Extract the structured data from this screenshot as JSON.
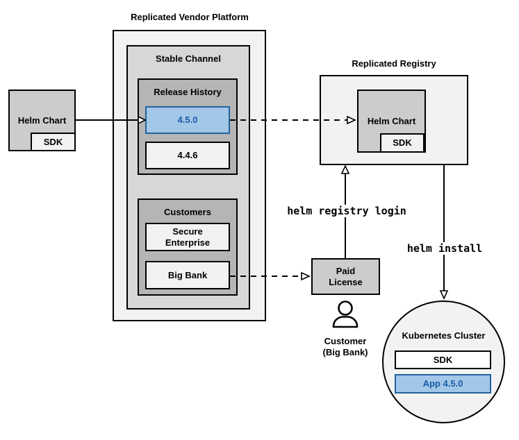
{
  "colors": {
    "blue_fill": "#a3c7e8",
    "blue_border": "#23639c",
    "blue_text": "#1b5ba6",
    "gray_lightest": "#f2f2f2",
    "gray_light": "#d7d7d7",
    "gray_mid": "#b5b5b5",
    "gray_box": "#cccccc"
  },
  "platform": {
    "title": "Replicated Vendor Platform",
    "stable_channel_label": "Stable Channel",
    "release_history_label": "Release History",
    "version_new": "4.5.0",
    "version_old": "4.4.6",
    "customers_label": "Customers",
    "customer_secure": "Secure\nEnterprise",
    "customer_bigbank": "Big Bank"
  },
  "helm_source": {
    "label": "Helm Chart",
    "sdk": "SDK"
  },
  "registry": {
    "title": "Replicated Registry",
    "helm_chart": "Helm Chart",
    "sdk": "SDK"
  },
  "paid_license": "Paid\nLicense",
  "customer_caption": "Customer\n(Big Bank)",
  "commands": {
    "registry_login": "helm registry login",
    "install": "helm install"
  },
  "cluster": {
    "label": "Kubernetes Cluster",
    "sdk": "SDK",
    "app": "App 4.5.0"
  }
}
